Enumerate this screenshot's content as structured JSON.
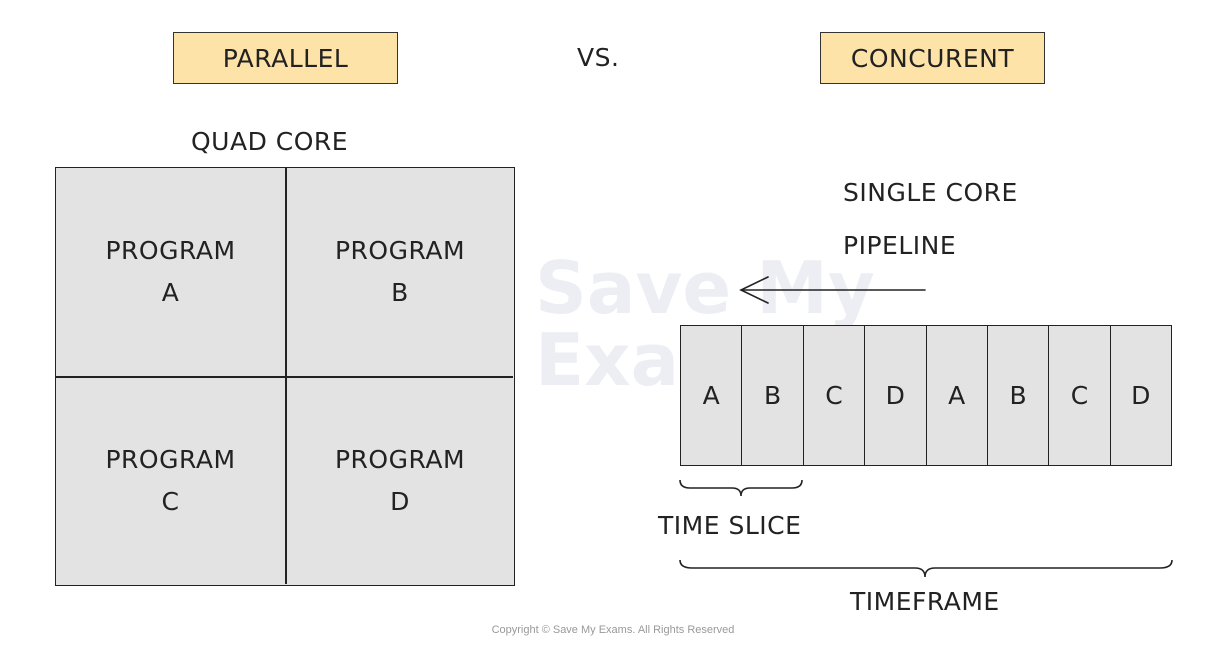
{
  "titles": {
    "parallel": "PARALLEL",
    "versus": "VS.",
    "concurrent": "CONCURENT"
  },
  "parallel": {
    "heading": "QUAD CORE",
    "cells": [
      {
        "line1": "PROGRAM",
        "line2": "A"
      },
      {
        "line1": "PROGRAM",
        "line2": "B"
      },
      {
        "line1": "PROGRAM",
        "line2": "C"
      },
      {
        "line1": "PROGRAM",
        "line2": "D"
      }
    ]
  },
  "concurrent": {
    "heading1": "SINGLE CORE",
    "heading2": "PIPELINE",
    "slots": [
      "A",
      "B",
      "C",
      "D",
      "A",
      "B",
      "C",
      "D"
    ],
    "time_slice_label": "TIME SLICE",
    "timeframe_label": "TIMEFRAME"
  },
  "watermark": {
    "line1": "Save My",
    "line2": "Exams"
  },
  "footer": "Copyright © Save My Exams. All Rights Reserved",
  "colors": {
    "title_fill": "#fde3a8",
    "box_fill": "#e3e3e3",
    "stroke": "#222222"
  }
}
